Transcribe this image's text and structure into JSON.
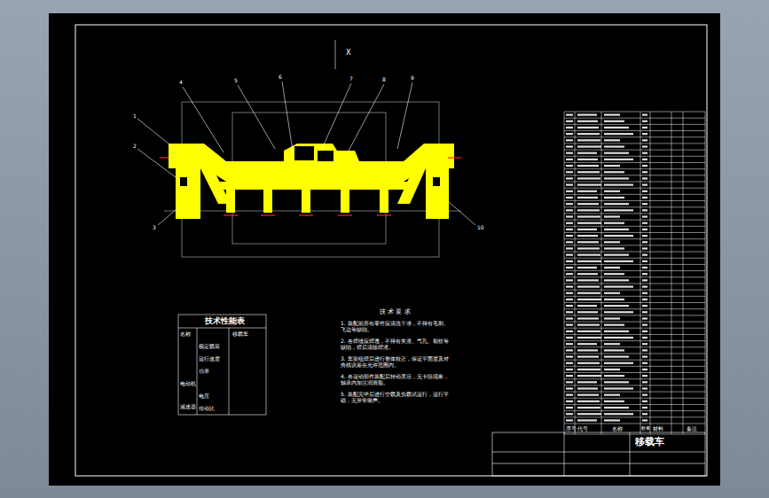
{
  "diagram": {
    "labels": [
      "X",
      "1",
      "2",
      "3",
      "4",
      "5",
      "6",
      "7",
      "8",
      "9",
      "10",
      "技术性能表",
      "技 术 要 求",
      "移载车",
      "序号",
      "代号",
      "名称",
      "数量",
      "材料",
      "备注",
      "名称",
      "移载车",
      "额定载荷",
      "运行速度",
      "电动机",
      "功率",
      "电压",
      "减速器",
      "传动比",
      "1. 装配前所有零件应清洗干净，不得有毛刺、飞边等缺陷。",
      "2. 各焊缝应焊透，不得有夹渣、气孔、裂纹等缺陷，焊后清除焊渣。",
      "3. 车架组焊后进行整体校正，保证平面度及对角线误差在允许范围内。",
      "4. 各运动部件装配后转动灵活，无卡阻现象，轴承内加注润滑脂。",
      "5. 装配完毕后进行空载及负载试运行，运行平稳，无异常噪声。"
    ]
  }
}
